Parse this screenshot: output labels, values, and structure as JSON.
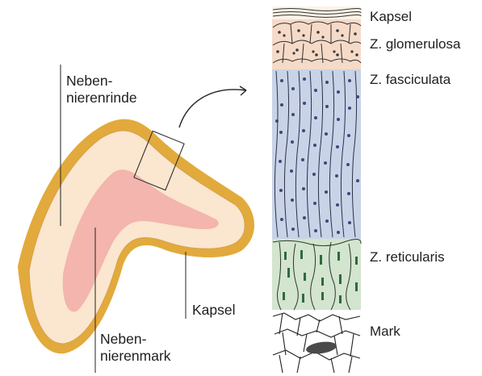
{
  "labels": {
    "cortex_line1": "Neben-",
    "cortex_line2": "nierenrinde",
    "medulla_line1": "Neben-",
    "medulla_line2": "nierenmark",
    "capsule_gland": "Kapsel"
  },
  "zones": {
    "capsule": "Kapsel",
    "glomerulosa": "Z. glomerulosa",
    "fasciculata": "Z. fasciculata",
    "reticularis": "Z. reticularis",
    "medulla": "Mark"
  },
  "colors": {
    "capsule_gold": "#e2aa3c",
    "cortex_cream": "#fbe6cf",
    "medulla_pink": "#f3b5ad",
    "glomerulosa_bg": "#f6dac8",
    "fasciculata_bg": "#c9d3e8",
    "reticularis_bg": "#d3e4cf",
    "nucleus_blue": "#3a4a78",
    "reticularis_green": "#2f6a3c"
  }
}
